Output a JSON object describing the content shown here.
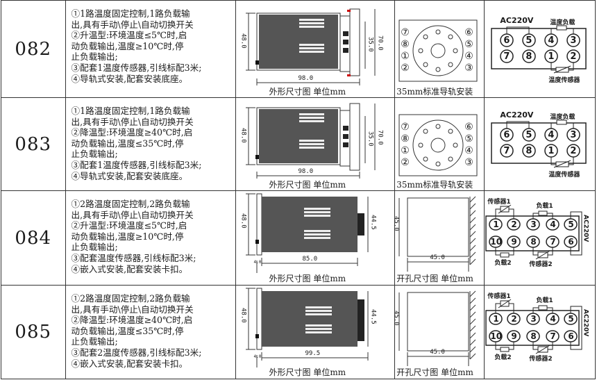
{
  "rows": [
    {
      "model": "082",
      "desc": [
        "①1路温度固定控制,1路负载输",
        "出,具有手动\\停止\\自动切换开关",
        "②升温型:环境温度≤5℃时,启",
        "动负载输出,温度≥10℃时,停",
        "止负载输出;",
        "③配套1温度传感器,引线标配3米;",
        "④导轨式安装,配套安装底座。"
      ],
      "dim_h": "48.0",
      "dim_w": "98.0",
      "dim_mid": "35.0",
      "dim_right": "70.0",
      "caption_left": "外形尺寸图 单位mm",
      "caption_right": "35mm标准导轨安装",
      "socket_left": [
        "⑦",
        "⑧",
        "①",
        "②"
      ],
      "socket_right": [
        "⑥",
        "⑤",
        "④",
        "③"
      ],
      "wire_top": [
        "AC220V",
        "温度负载"
      ],
      "wire_nums_top": [
        "6",
        "5",
        "4",
        "3"
      ],
      "wire_nums_bot": [
        "7",
        "8",
        "1",
        "2"
      ],
      "wire_bottom": "温度传感器"
    },
    {
      "model": "083",
      "desc": [
        "①1路温度固定控制,1路负载输",
        "出,具有手动\\停止\\自动切换开关",
        "②降温型:环境温度≥40℃时,启",
        "动负载输出,温度≤35℃时,停",
        "止负载输出;",
        "③配套1温度传感器,引线标配3米;",
        "④导轨式安装,配套安装底座。"
      ],
      "dim_h": "48.0",
      "dim_w": "98.0",
      "dim_mid": "35.0",
      "dim_right": "70.0",
      "caption_left": "外形尺寸图 单位mm",
      "caption_right": "35mm标准导轨安装",
      "socket_left": [
        "⑦",
        "⑧",
        "①",
        "②"
      ],
      "socket_right": [
        "⑥",
        "⑤",
        "④",
        "③"
      ],
      "wire_top": [
        "AC220V",
        "温度负载"
      ],
      "wire_nums_top": [
        "6",
        "5",
        "4",
        "3"
      ],
      "wire_nums_bot": [
        "7",
        "8",
        "1",
        "2"
      ],
      "wire_bottom": "温度传感器"
    },
    {
      "model": "084",
      "desc": [
        "①2路温度固定控制,2路负载输",
        "出,具有手动\\停止\\自动切换开关",
        "②升温型:环境温度≤5℃时,启",
        "动负载输出,温度≥10℃时,停",
        "止负载输出;",
        "③配套温度传感器,引线标配3米;",
        "④嵌入式安装,配套安装卡扣。"
      ],
      "dim_h": "48.0",
      "dim_w": "85.0",
      "dim_mid": "44.5",
      "dim_small": "4.0",
      "cut_h": "45.0",
      "cut_w": "45.0",
      "caption_left": "外形尺寸图 单位mm",
      "caption_right": "开孔尺寸图 单位mm",
      "wire_top": [
        "传感器1",
        "负载1"
      ],
      "wire_nums_top": [
        "1",
        "2",
        "3",
        "4",
        "5"
      ],
      "wire_nums_bot": [
        "10",
        "9",
        "8",
        "7",
        "6"
      ],
      "wire_bottom": [
        "负载2",
        "传感器2"
      ],
      "wire_side": "AC220V"
    },
    {
      "model": "085",
      "desc": [
        "①2路温度固定控制,2路负载输",
        "出,具有手动\\停止\\自动切换开关",
        "②降温型:环境温度≥40℃时,启",
        "动负载输出,温度≤35℃时,停",
        "止负载输出;",
        "③配套2温度传感器,引线标配3米;",
        "④嵌入式安装,配套安装卡扣。"
      ],
      "dim_h": "48.0",
      "dim_w": "99.5",
      "dim_mid": "44.5",
      "dim_small": "4.0",
      "cut_h": "45.0",
      "cut_w": "45.0",
      "caption_left": "外形尺寸图 单位mm",
      "caption_right": "开孔尺寸图 单位mm",
      "wire_top": [
        "传感器1",
        "负载1"
      ],
      "wire_nums_top": [
        "1",
        "2",
        "3",
        "4",
        "5"
      ],
      "wire_nums_bot": [
        "10",
        "9",
        "8",
        "7",
        "6"
      ],
      "wire_bottom": [
        "负载2",
        "传感器2"
      ],
      "wire_side": "AC220V"
    }
  ]
}
